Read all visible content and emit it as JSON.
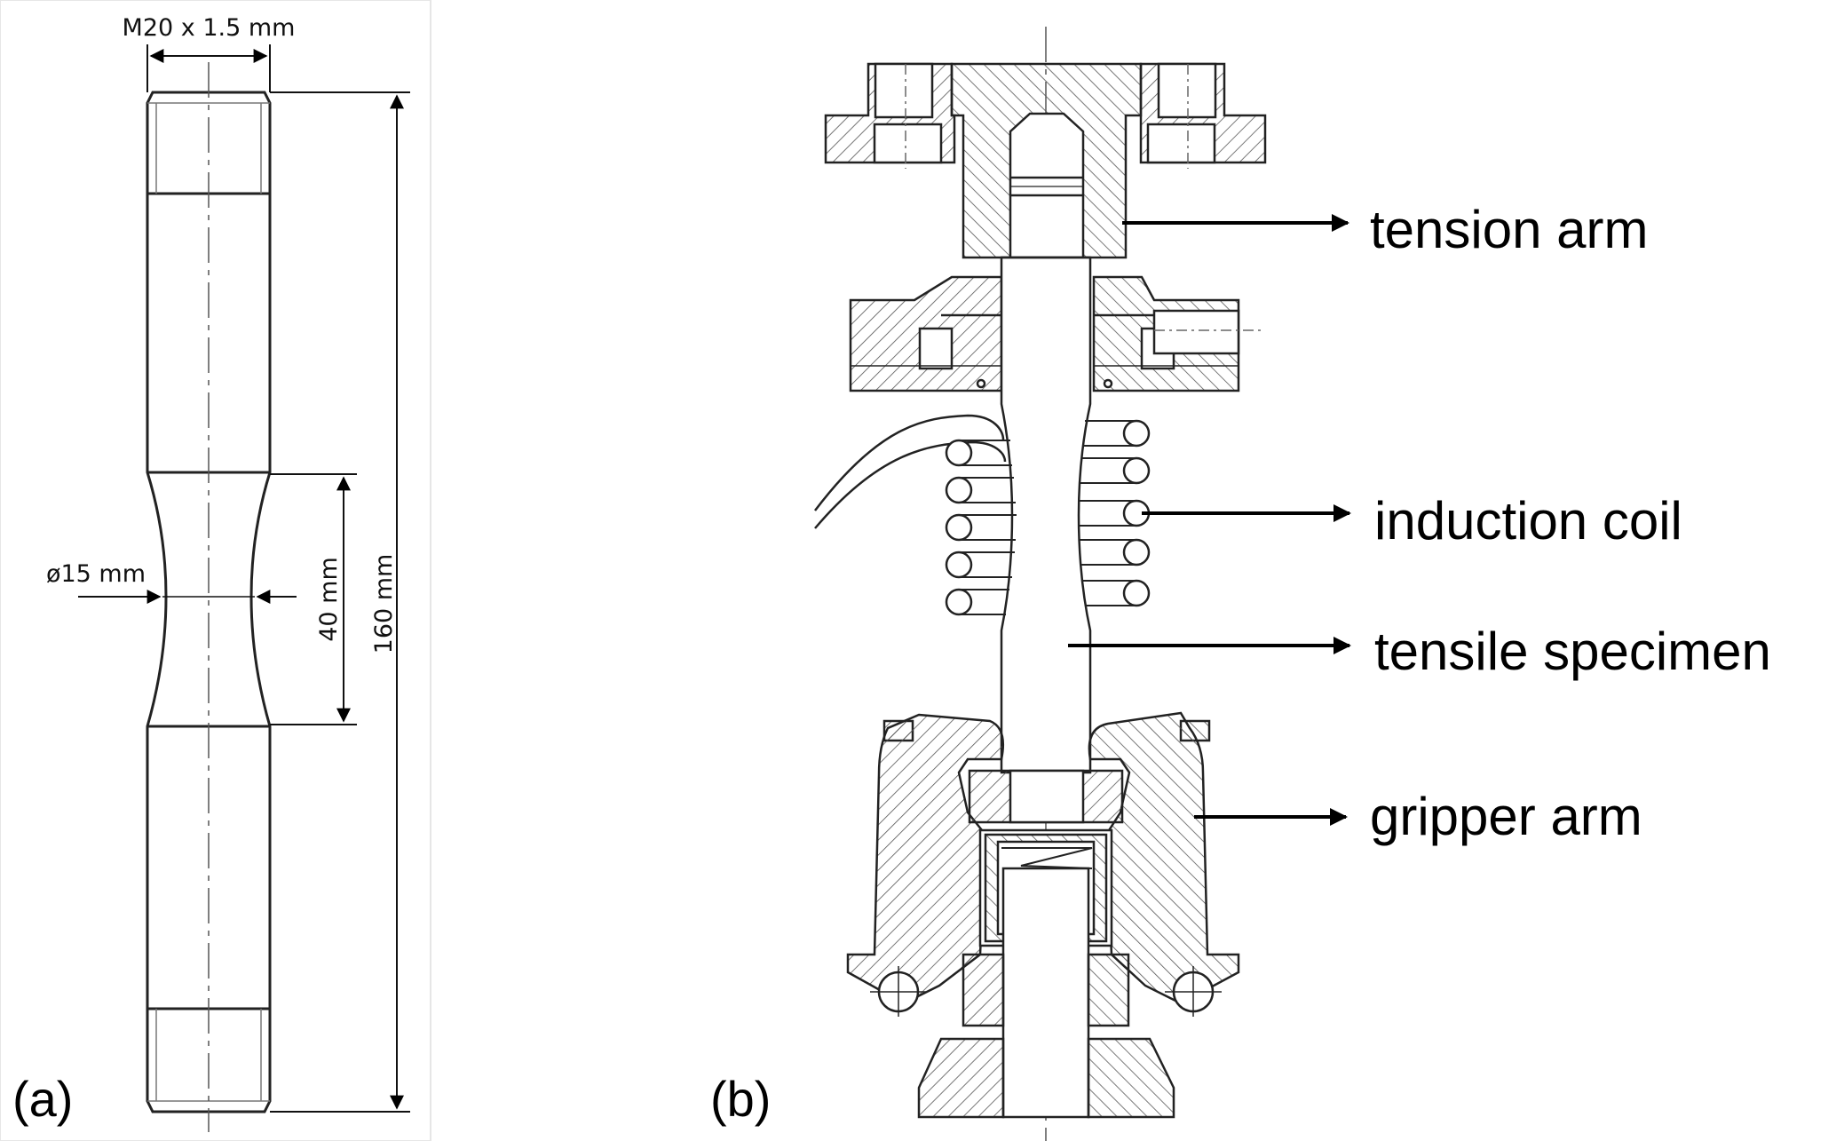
{
  "panel_a": {
    "label": "(a)",
    "thread_dim": "M20 x 1.5 mm",
    "diameter_dim": "ø15 mm",
    "gauge_length_dim": "40 mm",
    "total_length_dim": "160 mm"
  },
  "panel_b": {
    "label": "(b)",
    "callouts": [
      {
        "key": "tension",
        "text": "tension arm"
      },
      {
        "key": "coil",
        "text": "induction coil"
      },
      {
        "key": "specimen",
        "text": "tensile specimen"
      },
      {
        "key": "gripper",
        "text": "gripper arm"
      }
    ]
  }
}
